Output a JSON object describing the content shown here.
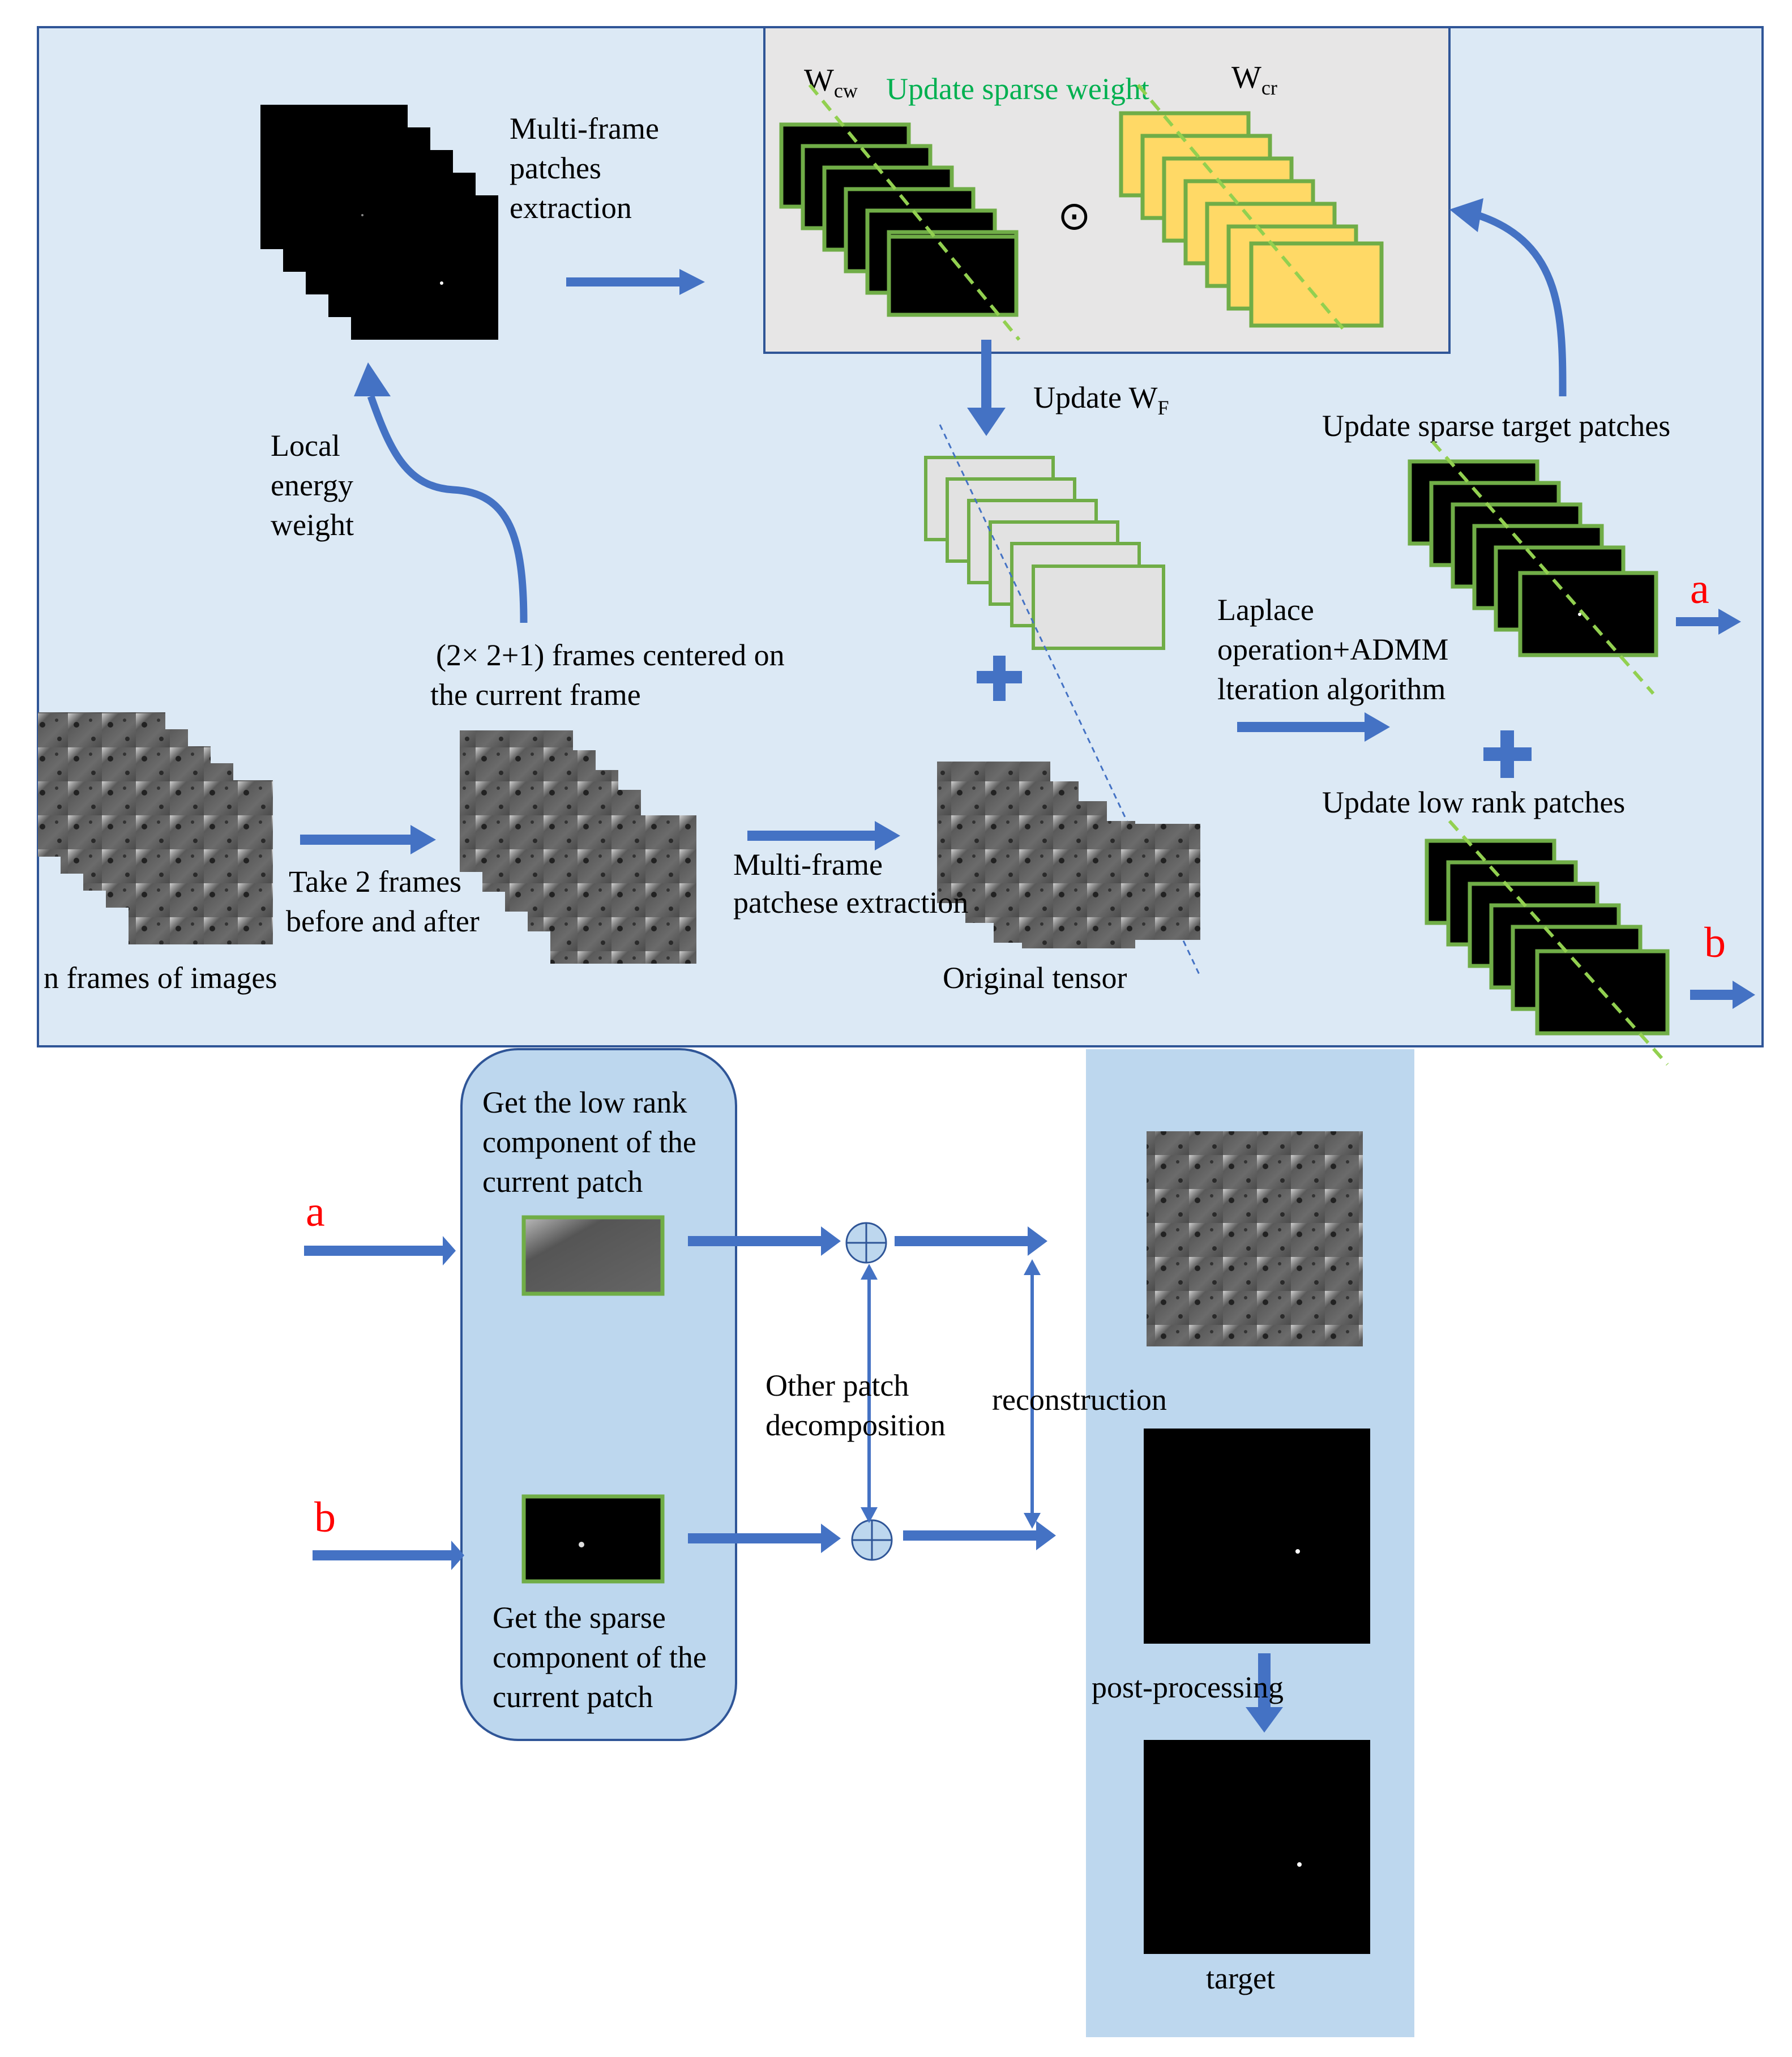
{
  "labels": {
    "multi_frame_patches": [
      "Multi-frame",
      "patches",
      "extraction"
    ],
    "update_sparse_weight": "Update sparse weight",
    "w_cw": "W",
    "w_cw_sub": "cw",
    "w_cr": "W",
    "w_cr_sub": "cr",
    "odot": "⊙",
    "update_wf": "Update W",
    "update_wf_sub": "F",
    "update_sparse_target": "Update sparse target patches",
    "local_energy_weight": [
      "Local",
      "energy",
      "weight"
    ],
    "frames_centered": [
      "(2× 2+1) frames centered on",
      "the current frame"
    ],
    "laplace": [
      "Laplace",
      "operation+ADMM",
      "lteration algorithm"
    ],
    "update_low_rank": "Update low rank patches",
    "take_2_frames": [
      "Take 2 frames",
      "before and after"
    ],
    "multi_frame_patchese": [
      "Multi-frame",
      "patchese extraction"
    ],
    "n_frames": "n frames of images",
    "original_tensor": "Original tensor",
    "a": "a",
    "b": "b",
    "low_rank_component": [
      "Get the low rank",
      "component of the",
      "current patch"
    ],
    "sparse_component": [
      "Get the sparse",
      "component of the",
      "current patch"
    ],
    "other_patch": [
      "Other patch",
      "decomposition"
    ],
    "reconstruction": "reconstruction",
    "post_processing": "post-processing",
    "target": "target"
  },
  "colors": {
    "panel_bg": "#dce9f5",
    "panel_border": "#2f5597",
    "arrow": "#4472c4",
    "green": "#70ad47",
    "green_text": "#00b050",
    "yellow": "#ffd966",
    "red": "#ff0000",
    "gray_box": "#e7e6e6",
    "result_bg": "#bdd7ee"
  }
}
